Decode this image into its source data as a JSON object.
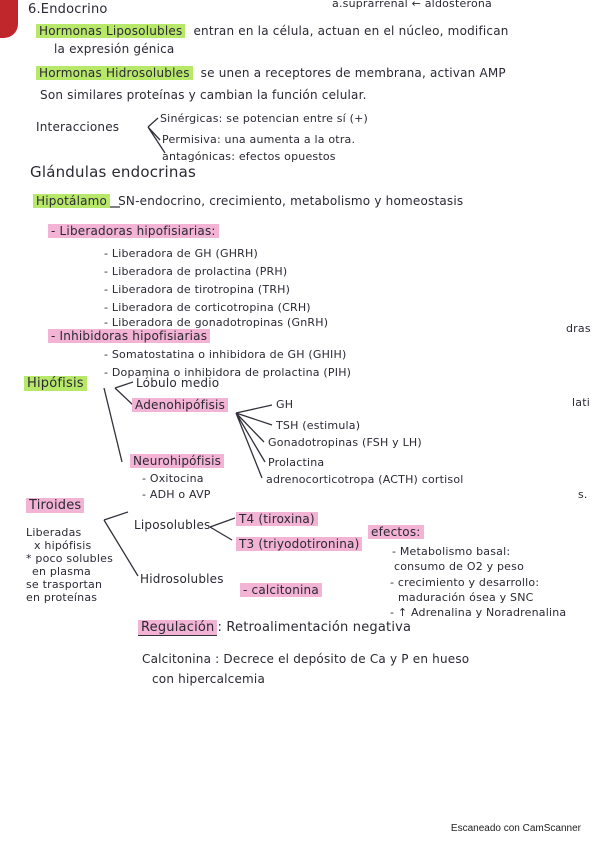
{
  "header": {
    "section": "6.Endocrino",
    "top_right": "a.suprarrenal ← aldosterona"
  },
  "hormonas": {
    "lipo_label": "Hormonas Liposolubles",
    "lipo_text1": "entran en la célula, actuan en el núcleo, modifican",
    "lipo_text2": "la expresión génica",
    "hidro_label": "Hormonas Hidrosolubles",
    "hidro_text1": "se unen a receptores de membrana, activan AMP",
    "hidro_text2": "Son similares proteínas y cambian la función celular."
  },
  "interacciones": {
    "label": "Interacciones",
    "items": [
      "Sinérgicas: se potencian entre sí (+)",
      "Permisiva: una aumenta a la otra.",
      "antagónicas: efectos opuestos"
    ]
  },
  "glandulas_title": "Glándulas endocrinas",
  "hipotalamo": {
    "label": "Hipotálamo",
    "desc": "SN-endocrino, crecimiento, metabolismo y homeostasis",
    "liberadoras_label": "- Liberadoras hipofisiarias:",
    "liberadoras": [
      "- Liberadora de GH (GHRH)",
      "- Liberadora de prolactina (PRH)",
      "- Liberadora de tirotropina (TRH)",
      "- Liberadora de corticotropina (CRH)",
      "- Liberadora de gonadotropinas (GnRH)"
    ],
    "inhibidoras_label": "- Inhibidoras hipofisiarias",
    "inhibidoras": [
      "- Somatostatina o inhibidora de GH (GHIH)",
      "- Dopamina o inhibidora de prolactina (PIH)"
    ]
  },
  "hipofisis": {
    "label": "Hipófisis",
    "lobulo": "Lóbulo medio",
    "adeno": "Adenohipófisis",
    "adeno_items": [
      "GH",
      "TSH (estimula)",
      "Gonadotropinas (FSH y LH)",
      "Prolactina",
      "adrenocorticotropa (ACTH) cortisol"
    ],
    "neuro": "Neurohipófisis",
    "neuro_items": [
      "- Oxitocina",
      "- ADH o AVP"
    ]
  },
  "tiroides": {
    "label": "Tiroides",
    "side_note": [
      "Liberadas",
      "x hipófisis",
      "* poco solubles",
      "en plasma",
      "se trasportan",
      "en proteínas"
    ],
    "lipo": "Liposolubles",
    "t4": "T4 (tiroxina)",
    "t3": "T3 (triyodotironina)",
    "hidro": "Hidrosolubles",
    "calcitonina": "- calcitonina",
    "efectos_label": "efectos:",
    "efectos": [
      "- Metabolismo basal:",
      "consumo de O2 y peso",
      "- crecimiento y desarrollo:",
      "maduración ósea y SNC",
      "- ↑ Adrenalina y Noradrenalina"
    ],
    "regulacion_label": "Regulación",
    "regulacion_text": ": Retroalimentación negativa",
    "calci_line1": "Calcitonina : Decrece el depósito de Ca y P en hueso",
    "calci_line2": "con hipercalcemia"
  },
  "margin_fragments": [
    "dras",
    "lati",
    "s."
  ],
  "footer": "Escaneado con CamScanner"
}
